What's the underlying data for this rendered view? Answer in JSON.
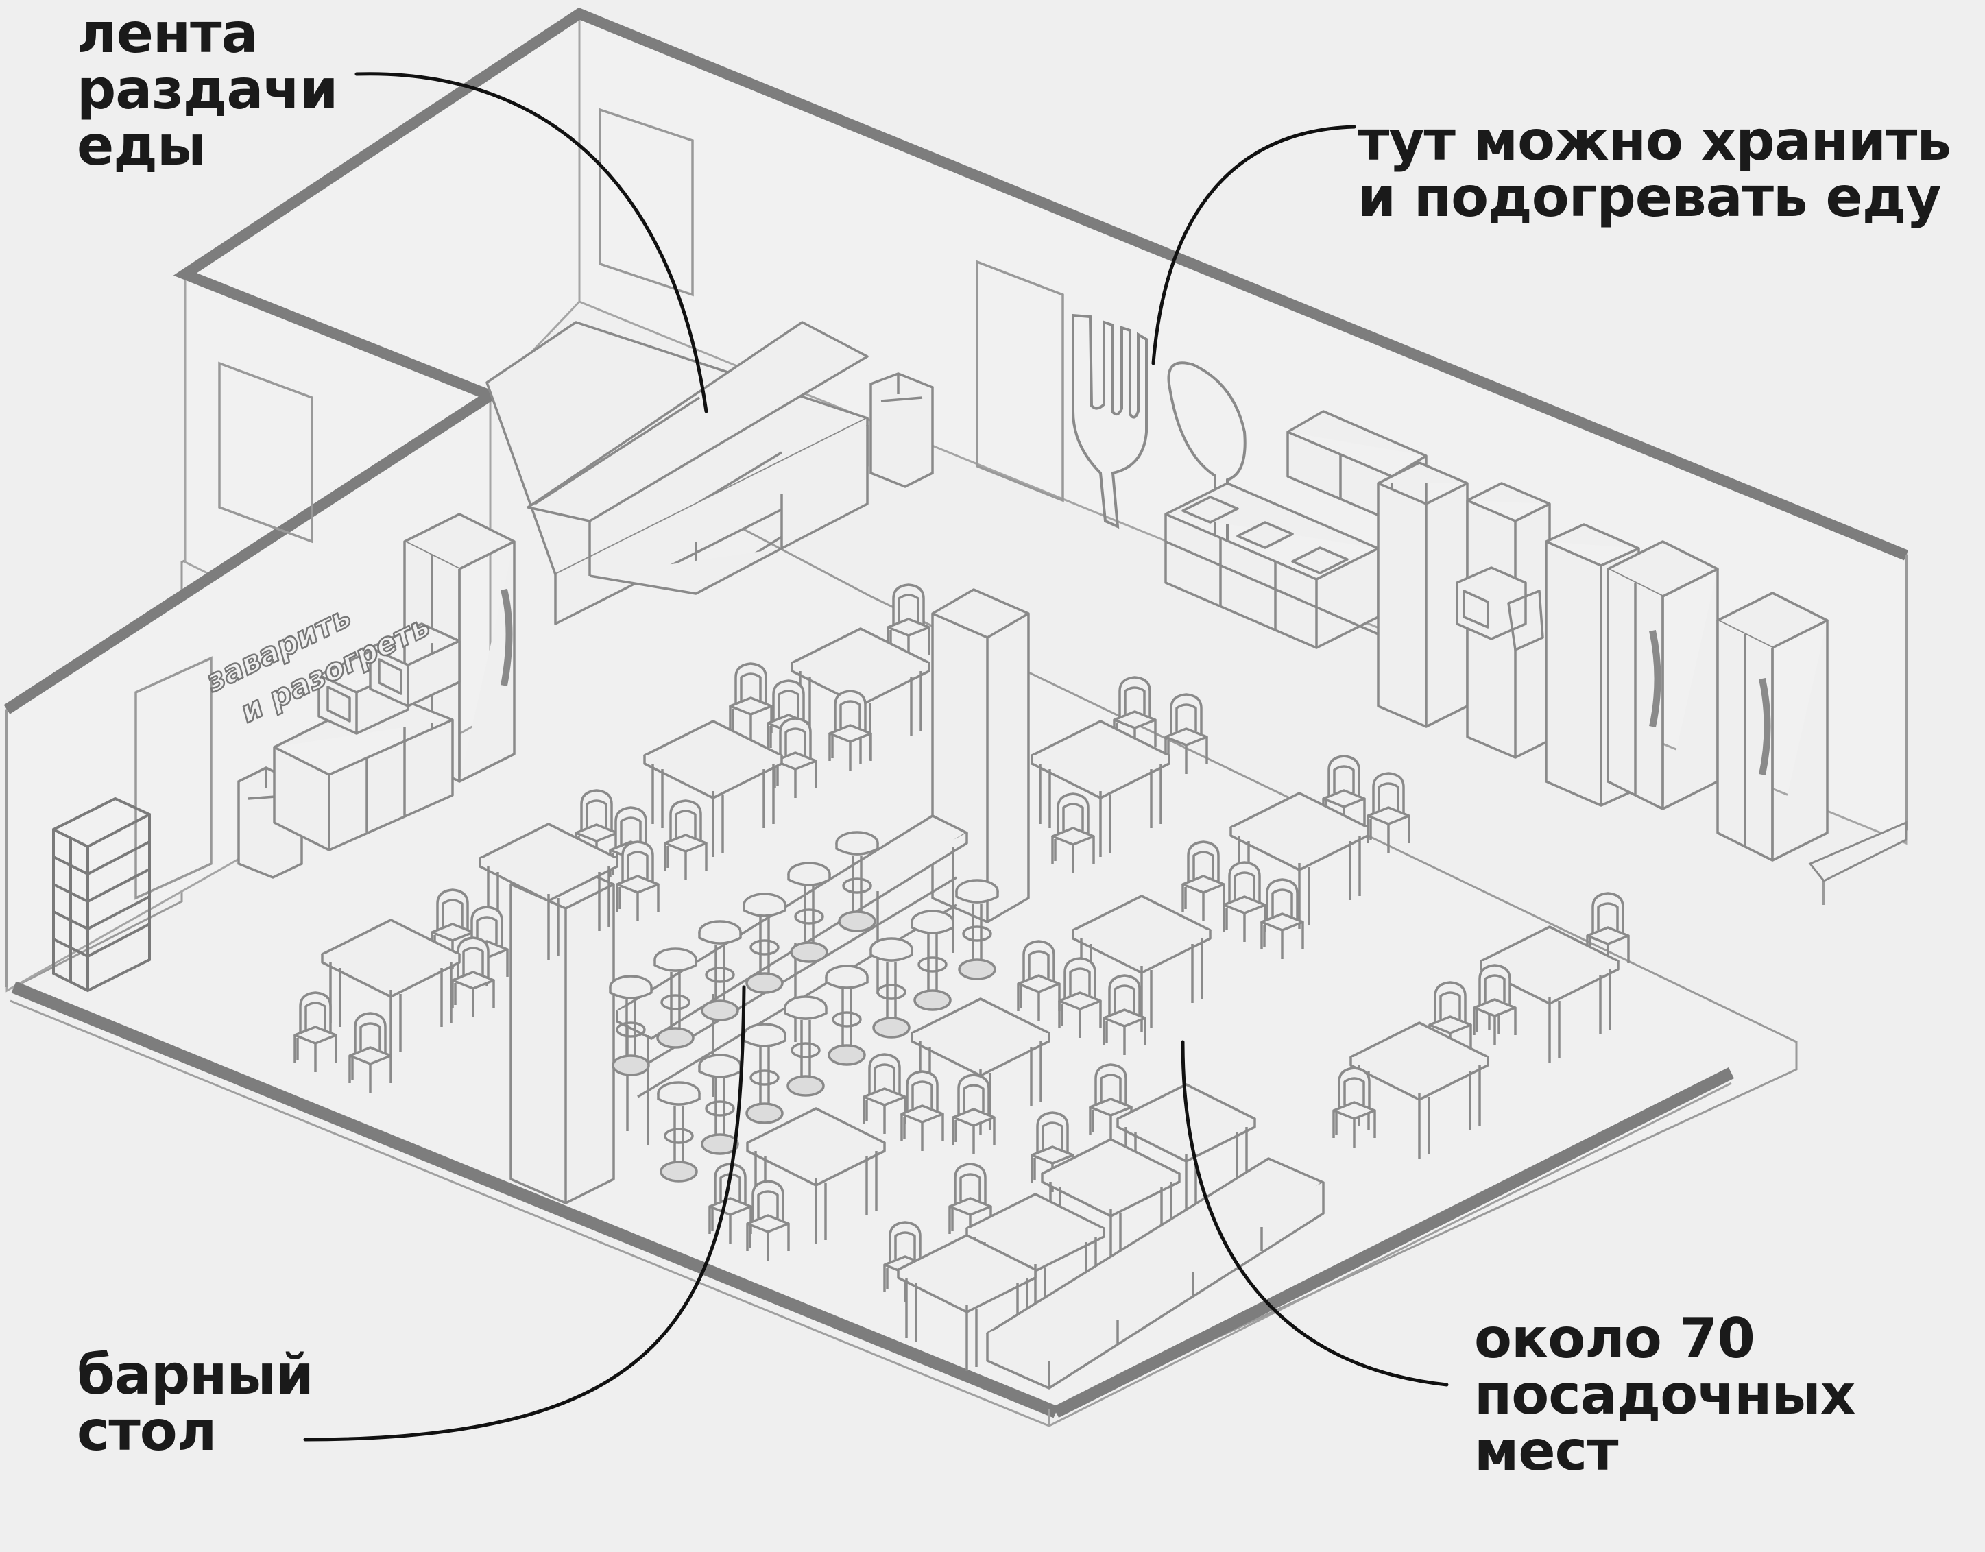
{
  "annotations": {
    "serving_line": "лента\nраздачи\nеды",
    "food_storage": "тут можно хранить\nи подогревать еду",
    "bar_table": "барный\nстол",
    "seats": "около 70\nпосадочных\nмест"
  },
  "wall_sign": {
    "line1": "заварить",
    "line2": "и разогреть"
  },
  "colors": {
    "background": "#efefef",
    "walls": "#7d7d7d",
    "furniture_lines": "#8a8a8a",
    "callouts": "#111111"
  }
}
